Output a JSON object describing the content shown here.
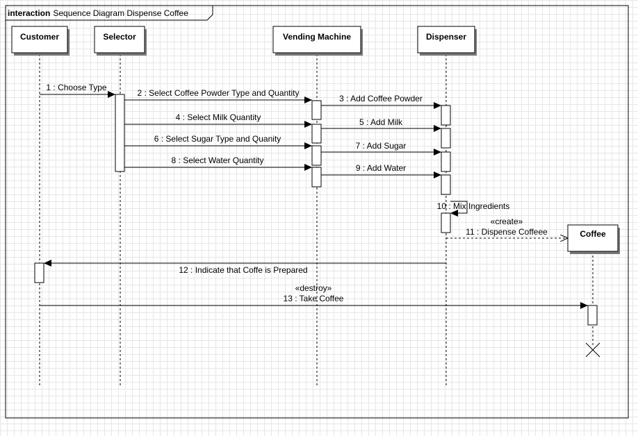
{
  "frame": {
    "keyword": "interaction",
    "name": "Sequence Diagram Dispense Coffee"
  },
  "lifelines": [
    {
      "id": "customer",
      "label": "Customer"
    },
    {
      "id": "selector",
      "label": "Selector"
    },
    {
      "id": "vending",
      "label": "Vending Machine"
    },
    {
      "id": "dispenser",
      "label": "Dispenser"
    },
    {
      "id": "coffee",
      "label": "Coffee"
    }
  ],
  "messages": [
    {
      "id": "m1",
      "from": "customer",
      "to": "selector",
      "label": "1 : Choose Type",
      "kind": "sync"
    },
    {
      "id": "m2",
      "from": "selector",
      "to": "vending",
      "label": "2 : Select Coffee Powder Type and Quantity",
      "kind": "sync"
    },
    {
      "id": "m3",
      "from": "vending",
      "to": "dispenser",
      "label": "3 : Add Coffee Powder",
      "kind": "sync"
    },
    {
      "id": "m4",
      "from": "selector",
      "to": "vending",
      "label": "4 : Select Milk Quantity",
      "kind": "sync"
    },
    {
      "id": "m5",
      "from": "vending",
      "to": "dispenser",
      "label": "5 : Add Milk",
      "kind": "sync"
    },
    {
      "id": "m6",
      "from": "selector",
      "to": "vending",
      "label": "6 : Select Sugar Type and Quanity",
      "kind": "sync"
    },
    {
      "id": "m7",
      "from": "vending",
      "to": "dispenser",
      "label": "7 : Add Sugar",
      "kind": "sync"
    },
    {
      "id": "m8",
      "from": "selector",
      "to": "vending",
      "label": "8 : Select Water Quantity",
      "kind": "sync"
    },
    {
      "id": "m9",
      "from": "vending",
      "to": "dispenser",
      "label": "9 : Add Water",
      "kind": "sync"
    },
    {
      "id": "m10",
      "from": "dispenser",
      "to": "dispenser",
      "label": "10 : Mix Ingredients",
      "kind": "self"
    },
    {
      "id": "m11",
      "from": "dispenser",
      "to": "coffee",
      "stereotype": "«create»",
      "label": "11 : Dispense Coffeee",
      "kind": "create"
    },
    {
      "id": "m12",
      "from": "dispenser",
      "to": "customer",
      "label": "12 : Indicate that Coffe is Prepared",
      "kind": "sync"
    },
    {
      "id": "m13",
      "from": "customer",
      "to": "coffee",
      "stereotype": "«destroy»",
      "label": "13 : Take Coffee",
      "kind": "destroy"
    }
  ],
  "colors": {
    "line": "#000000",
    "box_fill": "#ffffff",
    "grid": "#e6e6e6"
  }
}
